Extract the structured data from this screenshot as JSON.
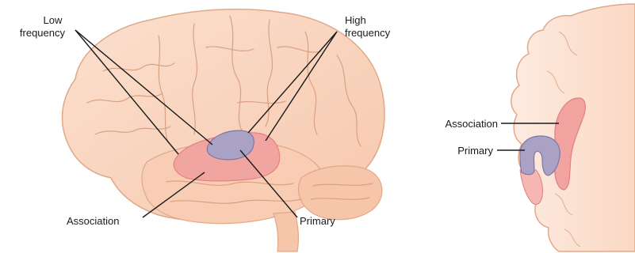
{
  "lateral_view": {
    "low_frequency_label": [
      "Low",
      "frequency"
    ],
    "high_frequency_label": [
      "High",
      "frequency"
    ],
    "association_label": "Association",
    "primary_label": "Primary"
  },
  "section_view": {
    "association_label": "Association",
    "primary_label": "Primary"
  },
  "colors": {
    "brain_fill": "#f9d3bd",
    "brain_stroke": "#e0a888",
    "gyri_lines": "#d9a184",
    "association_cortex": "#f1a3a0",
    "association_stroke": "#e27f7f",
    "primary_cortex": "#a9a2c4",
    "primary_stroke": "#7f77a6",
    "leader_lines": "#1a1a1a"
  }
}
